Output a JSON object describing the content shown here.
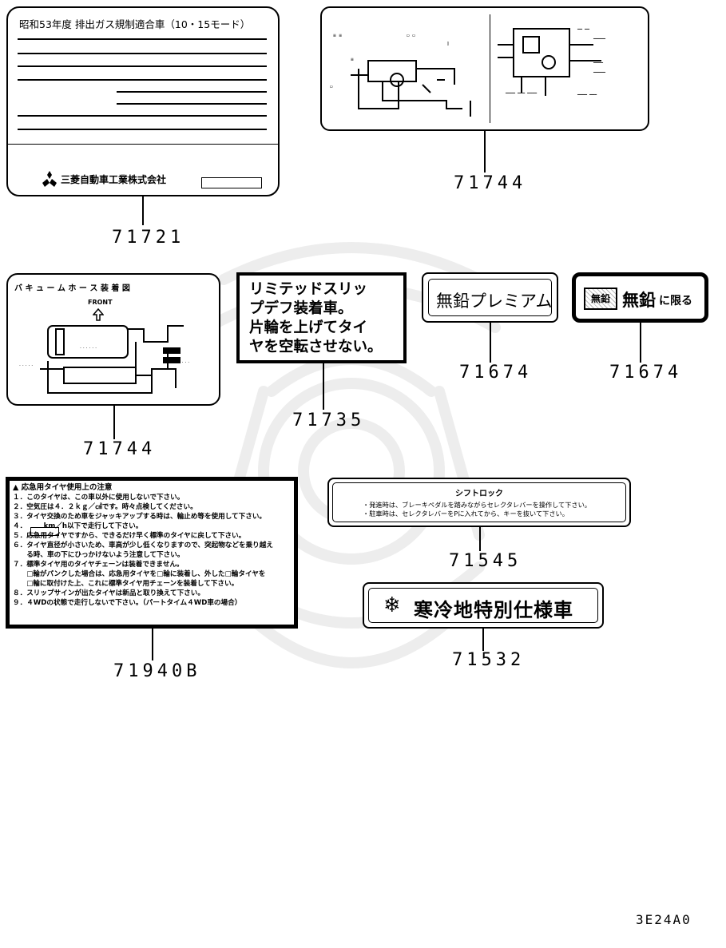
{
  "watermark": "mitsubishi-helmet-emblem",
  "labels": {
    "emission": {
      "part_no": "71721",
      "title": "昭和53年度 排出ガス規制適合車（10・15モード）",
      "maker": "三菱自動車工業株式会社"
    },
    "vacuum_top": {
      "part_no": "71744"
    },
    "vacuum_hose": {
      "part_no": "71744",
      "title": "バ キ ュ ー ム ホ ー ス 装 着 図",
      "front": "FRONT"
    },
    "lsd": {
      "part_no": "71735",
      "lines": [
        "リミテッドスリッ",
        "プデフ装着車。",
        "片輪を上げてタイ",
        "ヤを空転させない。"
      ]
    },
    "premium": {
      "part_no": "71674",
      "text": "無鉛プレミアム"
    },
    "unleaded": {
      "part_no": "71674",
      "badge": "無鉛",
      "main": "無鉛",
      "suffix": "に限る"
    },
    "spare_tire": {
      "part_no": "71940B",
      "title": "応急用タイヤ使用上の注意",
      "lines": [
        "１．このタイヤは、この車以外に使用しないで下さい。",
        "２．空気圧は４．２ｋｇ／㎠です。時々点検してください。",
        "３．タイヤ交換のため車をジャッキアップする時は、輪止め等を使用して下さい。",
        "４．　　　km／h以下で走行して下さい。",
        "５．応急用タイヤですから、できるだけ早く標準のタイヤに戻して下さい。",
        "６．タイヤ直径が小さいため、車高が少し低くなりますので、突起物などを乗り越え",
        "　　る時、車の下にひっかけないよう注意して下さい。",
        "７．標準タイヤ用のタイヤチェーンは装着できません。",
        "　　□輪がパンクした場合は、応急用タイヤを□輪に装着し、外した□輪タイヤを",
        "　　□輪に取付けた上、これに標準タイヤ用チェーンを装着して下さい。",
        "８．スリップサインが出たタイヤは新品と取り換えて下さい。",
        "９．４WDの状態で走行しないで下さい。（パートタイム４WD車の場合）"
      ]
    },
    "shift_lock": {
      "part_no": "71545",
      "title": "シフトロック",
      "lines": [
        "・発進時は、ブレーキペダルを踏みながらセレクタレバーを操作して下さい。",
        "・駐車時は、セレクタレバーをPに入れてから、キーを抜いて下さい。"
      ]
    },
    "cold": {
      "part_no": "71532",
      "text": "寒冷地特別仕様車"
    }
  },
  "diagram_id": "3E24A0"
}
